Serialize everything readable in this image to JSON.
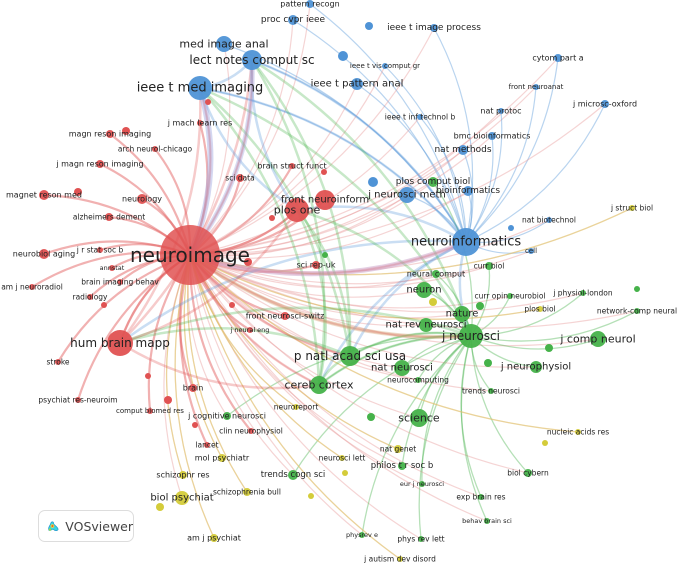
{
  "clusters": {
    "red": "#e05252",
    "blue": "#4f93d6",
    "green": "#46b24a",
    "yellow": "#d4cc3a"
  },
  "logo": {
    "text": "VOSviewer",
    "icon": "vosviewer-logo-icon"
  },
  "nodes": [
    {
      "label": "neuroimage",
      "cluster": "red"
    },
    {
      "label": "hum brain mapp",
      "cluster": "red"
    },
    {
      "label": "plos one",
      "cluster": "red"
    },
    {
      "label": "front neuroinform",
      "cluster": "red"
    },
    {
      "label": "j mach learn res",
      "cluster": "red"
    },
    {
      "label": "magn reson imaging",
      "cluster": "red"
    },
    {
      "label": "arch neurol-chicago",
      "cluster": "red"
    },
    {
      "label": "j magn reson imaging",
      "cluster": "red"
    },
    {
      "label": "brain struct funct",
      "cluster": "red"
    },
    {
      "label": "sci data",
      "cluster": "red"
    },
    {
      "label": "magnet reson med",
      "cluster": "red"
    },
    {
      "label": "neurology",
      "cluster": "red"
    },
    {
      "label": "alzheimers dement",
      "cluster": "red"
    },
    {
      "label": "neurobiol aging",
      "cluster": "red"
    },
    {
      "label": "j r stat soc b",
      "cluster": "red"
    },
    {
      "label": "annstat",
      "cluster": "red"
    },
    {
      "label": "brain imaging behav",
      "cluster": "red"
    },
    {
      "label": "am j neuroradiol",
      "cluster": "red"
    },
    {
      "label": "radiology",
      "cluster": "red"
    },
    {
      "label": "front neurosci-switz",
      "cluster": "red"
    },
    {
      "label": "j neural eng",
      "cluster": "red"
    },
    {
      "label": "stroke",
      "cluster": "red"
    },
    {
      "label": "brain",
      "cluster": "red"
    },
    {
      "label": "psychiat res-neuroim",
      "cluster": "red"
    },
    {
      "label": "comput biomed res",
      "cluster": "red"
    },
    {
      "label": "lancet",
      "cluster": "red"
    },
    {
      "label": "clin neurophysiol",
      "cluster": "red"
    },
    {
      "label": "sci rep-uk",
      "cluster": "red"
    },
    {
      "label": "pattern recogn",
      "cluster": "blue"
    },
    {
      "label": "proc cvpr ieee",
      "cluster": "blue"
    },
    {
      "label": "med image anal",
      "cluster": "blue"
    },
    {
      "label": "lect notes comput sc",
      "cluster": "blue"
    },
    {
      "label": "ieee t med imaging",
      "cluster": "blue"
    },
    {
      "label": "ieee t image process",
      "cluster": "blue"
    },
    {
      "label": "ieee t vis comput gr",
      "cluster": "blue"
    },
    {
      "label": "ieee t pattern anal",
      "cluster": "blue"
    },
    {
      "label": "cytom part a",
      "cluster": "blue"
    },
    {
      "label": "front neuroanat",
      "cluster": "blue"
    },
    {
      "label": "j microsc-oxford",
      "cluster": "blue"
    },
    {
      "label": "nat protoc",
      "cluster": "blue"
    },
    {
      "label": "ieee t inf technol b",
      "cluster": "blue"
    },
    {
      "label": "bmc bioinformatics",
      "cluster": "blue"
    },
    {
      "label": "nat methods",
      "cluster": "blue"
    },
    {
      "label": "j neurosci meth",
      "cluster": "blue"
    },
    {
      "label": "bioinformatics",
      "cluster": "blue"
    },
    {
      "label": "neuroinformatics",
      "cluster": "blue"
    },
    {
      "label": "nat biotechnol",
      "cluster": "blue"
    },
    {
      "label": "cell",
      "cluster": "blue"
    },
    {
      "label": "plos comput biol",
      "cluster": "green"
    },
    {
      "label": "neuron",
      "cluster": "green"
    },
    {
      "label": "nature",
      "cluster": "green"
    },
    {
      "label": "nat rev neurosci",
      "cluster": "green"
    },
    {
      "label": "j neurosci",
      "cluster": "green"
    },
    {
      "label": "p natl acad sci usa",
      "cluster": "green"
    },
    {
      "label": "nat neurosci",
      "cluster": "green"
    },
    {
      "label": "neurocomputing",
      "cluster": "green"
    },
    {
      "label": "cereb cortex",
      "cluster": "green"
    },
    {
      "label": "science",
      "cluster": "green"
    },
    {
      "label": "j comp neurol",
      "cluster": "green"
    },
    {
      "label": "j neurophysiol",
      "cluster": "green"
    },
    {
      "label": "trends neurosci",
      "cluster": "green"
    },
    {
      "label": "curr opin neurobiol",
      "cluster": "green"
    },
    {
      "label": "j physiol-london",
      "cluster": "green"
    },
    {
      "label": "network-comp neural",
      "cluster": "green"
    },
    {
      "label": "curr biol",
      "cluster": "green"
    },
    {
      "label": "neural comput",
      "cluster": "green"
    },
    {
      "label": "j cognitive neurosci",
      "cluster": "green"
    },
    {
      "label": "trends cogn sci",
      "cluster": "green"
    },
    {
      "label": "philos t r soc b",
      "cluster": "green"
    },
    {
      "label": "biol cybern",
      "cluster": "green"
    },
    {
      "label": "eur j neurosci",
      "cluster": "green"
    },
    {
      "label": "exp brain res",
      "cluster": "green"
    },
    {
      "label": "behav brain sci",
      "cluster": "green"
    },
    {
      "label": "phys rev lett",
      "cluster": "green"
    },
    {
      "label": "physrev e",
      "cluster": "green"
    },
    {
      "label": "plos biol",
      "cluster": "yellow"
    },
    {
      "label": "neuroreport",
      "cluster": "yellow"
    },
    {
      "label": "mol psychiatr",
      "cluster": "yellow"
    },
    {
      "label": "schizophr res",
      "cluster": "yellow"
    },
    {
      "label": "biol psychiat",
      "cluster": "yellow"
    },
    {
      "label": "schizophrenia bull",
      "cluster": "yellow"
    },
    {
      "label": "am j psychiat",
      "cluster": "yellow"
    },
    {
      "label": "neurosci lett",
      "cluster": "yellow"
    },
    {
      "label": "nat genet",
      "cluster": "yellow"
    },
    {
      "label": "nucleic acids res",
      "cluster": "yellow"
    },
    {
      "label": "j struct biol",
      "cluster": "yellow"
    },
    {
      "label": "j autism dev disord",
      "cluster": "yellow"
    }
  ]
}
